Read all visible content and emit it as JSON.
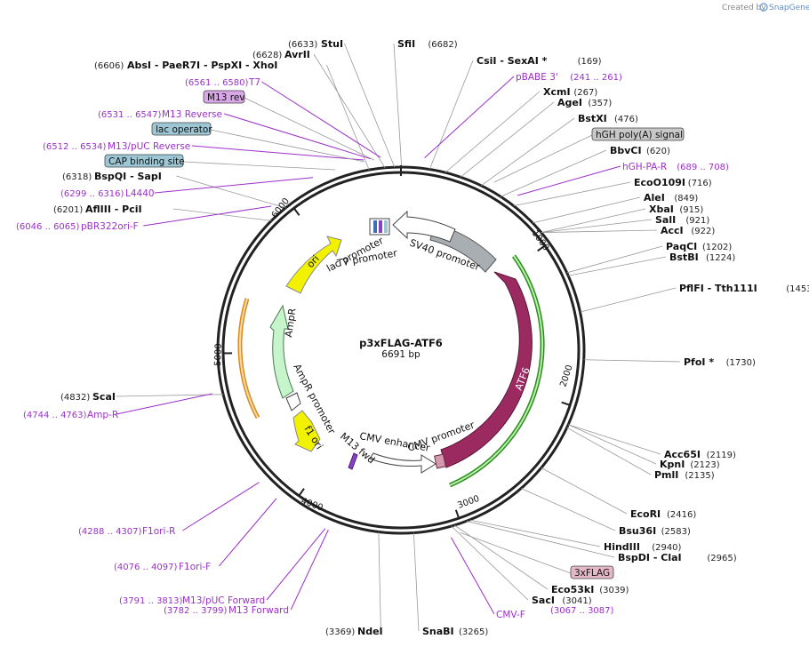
{
  "credit": {
    "created_by": "Created by",
    "brand": "SnapGene"
  },
  "plasmid": {
    "name": "p3xFLAG-ATF6",
    "size": "6691 bp"
  },
  "ticks": [
    "1000",
    "2000",
    "3000",
    "4000",
    "5000",
    "6000"
  ],
  "sites_right": [
    {
      "name": "SfiI",
      "pos": "(6682)"
    },
    {
      "name": "CsiI   - SexAI *",
      "pos": "(169)"
    },
    {
      "name": "XcmI",
      "pos": "(267)"
    },
    {
      "name": "AgeI",
      "pos": "(357)"
    },
    {
      "name": "BstXI",
      "pos": "(476)"
    },
    {
      "name": "BbvCI",
      "pos": "(620)"
    },
    {
      "name": "EcoO109I",
      "pos": "(716)"
    },
    {
      "name": "AleI",
      "pos": "(849)"
    },
    {
      "name": "XbaI",
      "pos": "(915)"
    },
    {
      "name": "SalI",
      "pos": "(921)"
    },
    {
      "name": "AccI",
      "pos": "(922)"
    },
    {
      "name": "PaqCI",
      "pos": "(1202)"
    },
    {
      "name": "BstBI",
      "pos": "(1224)"
    },
    {
      "name": "PflFI   - Tth111I",
      "pos": "(1453)"
    },
    {
      "name": "PfoI *",
      "pos": "(1730)"
    },
    {
      "name": "Acc65I",
      "pos": "(2119)"
    },
    {
      "name": "KpnI",
      "pos": "(2123)"
    },
    {
      "name": "PmlI",
      "pos": "(2135)"
    },
    {
      "name": "EcoRI",
      "pos": "(2416)"
    },
    {
      "name": "Bsu36I",
      "pos": "(2583)"
    },
    {
      "name": "HindIII",
      "pos": "(2940)"
    },
    {
      "name": "BspDI   - ClaI",
      "pos": "(2965)"
    },
    {
      "name": "Eco53kI",
      "pos": "(3039)"
    },
    {
      "name": "SacI",
      "pos": "(3041)"
    },
    {
      "name": "SnaBI",
      "pos": "(3265)"
    }
  ],
  "sites_left": [
    {
      "name": "StuI",
      "pos": "(6633)"
    },
    {
      "name": "AvrII",
      "pos": "(6628)"
    },
    {
      "name": "AbsI   - PaeR7I   - PspXI   - XhoI",
      "pos": "(6606)"
    },
    {
      "name": "BspQI   - SapI",
      "pos": "(6318)"
    },
    {
      "name": "AflIII   - PciI",
      "pos": "(6201)"
    },
    {
      "name": "ScaI",
      "pos": "(4832)"
    },
    {
      "name": "NdeI",
      "pos": "(3369)"
    }
  ],
  "primers": [
    {
      "name": "pBABE 3'",
      "pos": "(241 .. 261)"
    },
    {
      "name": "hGH-PA-R",
      "pos": "(689 .. 708)"
    },
    {
      "name": "T7",
      "pos": "(6561 .. 6580)"
    },
    {
      "name": "M13 Reverse",
      "pos": "(6531 .. 6547)"
    },
    {
      "name": "M13/pUC Reverse",
      "pos": "(6512 .. 6534)"
    },
    {
      "name": "L4440",
      "pos": "(6299 .. 6316)"
    },
    {
      "name": "pBR322ori-F",
      "pos": "(6046 .. 6065)"
    },
    {
      "name": "Amp-R",
      "pos": "(4744 .. 4763)"
    },
    {
      "name": "F1ori-R",
      "pos": "(4288 .. 4307)"
    },
    {
      "name": "F1ori-F",
      "pos": "(4076 .. 4097)"
    },
    {
      "name": "M13/pUC Forward",
      "pos": "(3791 .. 3813)"
    },
    {
      "name": "M13 Forward",
      "pos": "(3782 .. 3799)"
    },
    {
      "name": "CMV-F",
      "pos": "(3067 .. 3087)"
    }
  ],
  "boxed_labels": [
    {
      "name": "M13 rev",
      "color": "#d9a6e8"
    },
    {
      "name": "lac operator",
      "color": "#9ec7d6"
    },
    {
      "name": "CAP binding site",
      "color": "#9ec7d6"
    },
    {
      "name": "hGH poly(A) signal",
      "color": "#c8c8c8"
    },
    {
      "name": "3xFLAG",
      "color": "#e5b8c8"
    }
  ],
  "features": [
    {
      "name": "ATF6",
      "color": "#9b2a61"
    },
    {
      "name": "ori",
      "color": "#f2f200"
    },
    {
      "name": "AmpR",
      "color": "#c6f5cc"
    },
    {
      "name": "f1 ori",
      "color": "#f2f200"
    },
    {
      "name": "SV40 promoter",
      "color": "#ffffff"
    },
    {
      "name": "lac promoter",
      "color": "#ffffff"
    },
    {
      "name": "T7 promoter",
      "color": "#ffffff"
    },
    {
      "name": "AmpR promoter",
      "color": "#ffffff"
    },
    {
      "name": "CMV enhancer",
      "color": "#ffffff"
    },
    {
      "name": "CMV promoter",
      "color": "#ffffff"
    },
    {
      "name": "M13 fwd",
      "color": "#8a3fc4"
    }
  ]
}
